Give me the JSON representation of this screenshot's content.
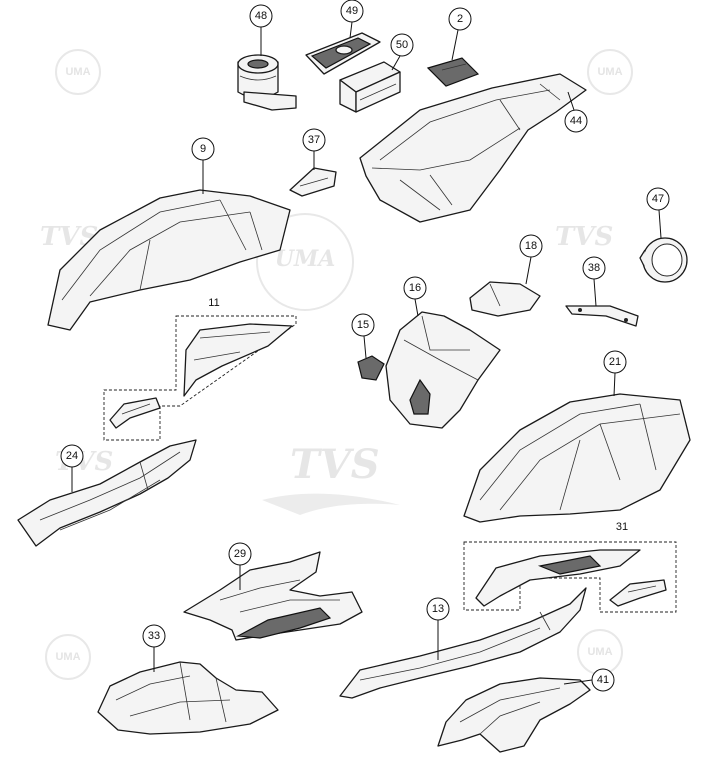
{
  "watermarks": {
    "brand_a": "TVS",
    "brand_b": "UMA"
  },
  "callouts": [
    {
      "id": "48",
      "label": "48"
    },
    {
      "id": "49",
      "label": "49"
    },
    {
      "id": "50",
      "label": "50"
    },
    {
      "id": "2",
      "label": "2"
    },
    {
      "id": "44",
      "label": "44"
    },
    {
      "id": "9",
      "label": "9"
    },
    {
      "id": "37",
      "label": "37"
    },
    {
      "id": "47",
      "label": "47"
    },
    {
      "id": "18",
      "label": "18"
    },
    {
      "id": "38",
      "label": "38"
    },
    {
      "id": "16",
      "label": "16"
    },
    {
      "id": "15",
      "label": "15"
    },
    {
      "id": "21",
      "label": "21"
    },
    {
      "id": "24",
      "label": "24"
    },
    {
      "id": "29",
      "label": "29"
    },
    {
      "id": "13",
      "label": "13"
    },
    {
      "id": "33",
      "label": "33"
    },
    {
      "id": "41",
      "label": "41"
    }
  ],
  "groups": [
    {
      "id": "11",
      "label": "11"
    },
    {
      "id": "31",
      "label": "31"
    }
  ]
}
